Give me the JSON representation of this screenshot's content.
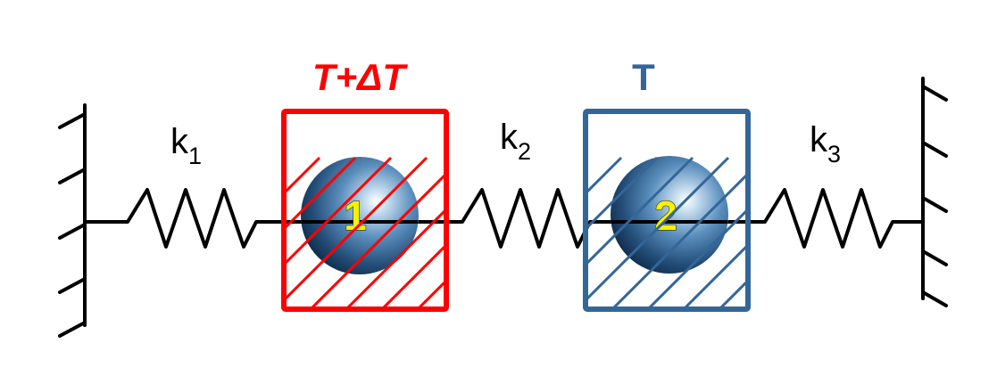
{
  "diagram": {
    "left_temperature": "T+ΔT",
    "right_temperature": "T",
    "springs": [
      {
        "symbol": "k",
        "subscript": "1"
      },
      {
        "symbol": "k",
        "subscript": "2"
      },
      {
        "symbol": "k",
        "subscript": "3"
      }
    ],
    "masses": [
      {
        "label": "1"
      },
      {
        "label": "2"
      }
    ],
    "colors": {
      "hot_reservoir": "#ff0000",
      "cold_reservoir": "#336699",
      "mass_label": "#f7f200",
      "line": "#000000",
      "sphere": "#2a5c8c"
    }
  }
}
